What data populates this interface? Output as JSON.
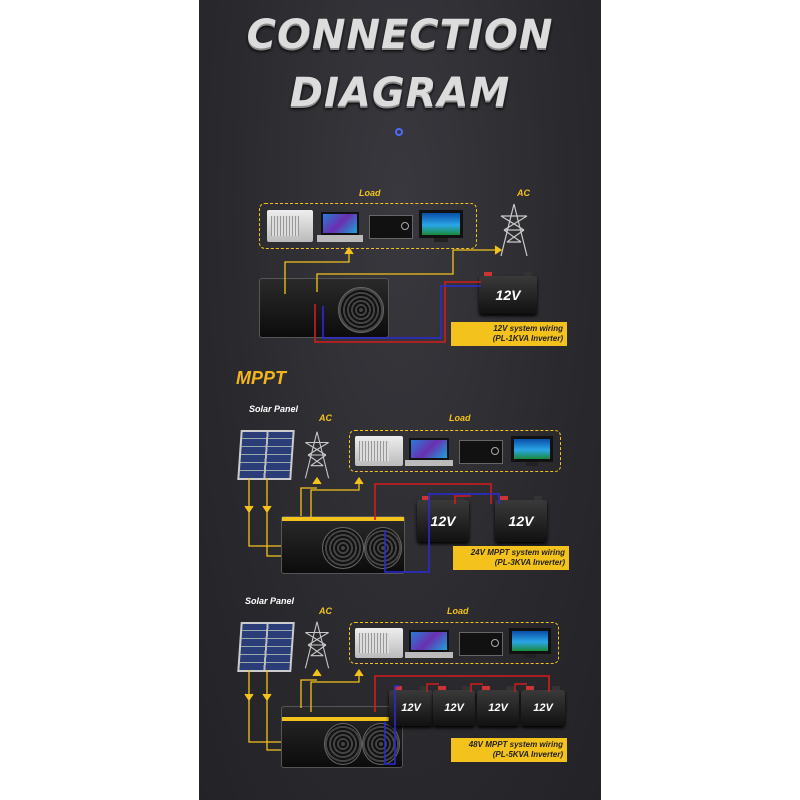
{
  "header": {
    "line1": "CONNECTION",
    "line2": "DIAGRAM"
  },
  "section1": {
    "load_label": "Load",
    "ac_label": "AC",
    "battery_label": "12V",
    "caption_line1": "12V  system wiring",
    "caption_line2": "(PL-1KVA Inverter)"
  },
  "mppt_heading": "MPPT",
  "section2": {
    "solar_label": "Solar Panel",
    "ac_label": "AC",
    "load_label": "Load",
    "batteries": [
      "12V",
      "12V"
    ],
    "caption_line1": "24V MPPT system wiring",
    "caption_line2": "(PL-3KVA Inverter)"
  },
  "section3": {
    "solar_label": "Solar Panel",
    "ac_label": "AC",
    "load_label": "Load",
    "batteries": [
      "12V",
      "12V",
      "12V",
      "12V"
    ],
    "caption_line1": "48V MPPT system wiring",
    "caption_line2": "(PL-5KVA Inverter)"
  },
  "colors": {
    "accent": "#f4c21c",
    "positive_wire": "#d41c1c",
    "negative_wire": "#2a2ad4",
    "background": "#2a2a2e"
  }
}
